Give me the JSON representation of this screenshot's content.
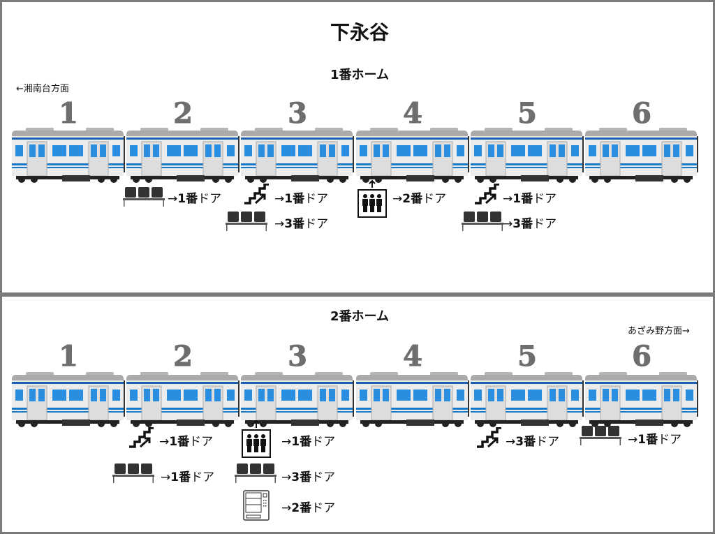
{
  "station": "下永谷",
  "platforms": [
    {
      "name": "1番ホーム",
      "direction": "←湘南台方面",
      "cars": [
        "1",
        "2",
        "3",
        "4",
        "5",
        "6"
      ],
      "facilities": [
        {
          "car": 2,
          "type": "bench",
          "arrow": "→",
          "door": "1番",
          "suffix": "ドア"
        },
        {
          "car": 3,
          "type": "stairs",
          "arrow": "→",
          "door": "1番",
          "suffix": "ドア"
        },
        {
          "car": 3,
          "type": "bench",
          "arrow": "→",
          "door": "3番",
          "suffix": "ドア"
        },
        {
          "car": 4,
          "type": "elevator",
          "arrow": "→",
          "door": "2番",
          "suffix": "ドア"
        },
        {
          "car": 5,
          "type": "stairs",
          "arrow": "→",
          "door": "1番",
          "suffix": "ドア"
        },
        {
          "car": 5,
          "type": "bench",
          "arrow": "→",
          "door": "3番",
          "suffix": "ドア"
        }
      ]
    },
    {
      "name": "2番ホーム",
      "direction": "あざみ野方面→",
      "cars": [
        "1",
        "2",
        "3",
        "4",
        "5",
        "6"
      ],
      "facilities": [
        {
          "car": 2,
          "type": "stairs",
          "arrow": "→",
          "door": "1番",
          "suffix": "ドア"
        },
        {
          "car": 2,
          "type": "bench",
          "arrow": "→",
          "door": "1番",
          "suffix": "ドア"
        },
        {
          "car": 3,
          "type": "elevator",
          "arrow": "→",
          "door": "1番",
          "suffix": "ドア"
        },
        {
          "car": 3,
          "type": "bench",
          "arrow": "→",
          "door": "3番",
          "suffix": "ドア"
        },
        {
          "car": 3,
          "type": "vending-machine",
          "arrow": "→",
          "door": "2番",
          "suffix": "ドア"
        },
        {
          "car": 5,
          "type": "stairs",
          "arrow": "→",
          "door": "3番",
          "suffix": "ドア"
        },
        {
          "car": 6,
          "type": "bench",
          "arrow": "→",
          "door": "1番",
          "suffix": "ドア"
        }
      ]
    }
  ],
  "colors": {
    "stripe": "#1a78c8",
    "window": "#2a8ee0",
    "body": "#e8e8e8",
    "roof": "#b0b0b0",
    "border": "#7a7a7a"
  }
}
